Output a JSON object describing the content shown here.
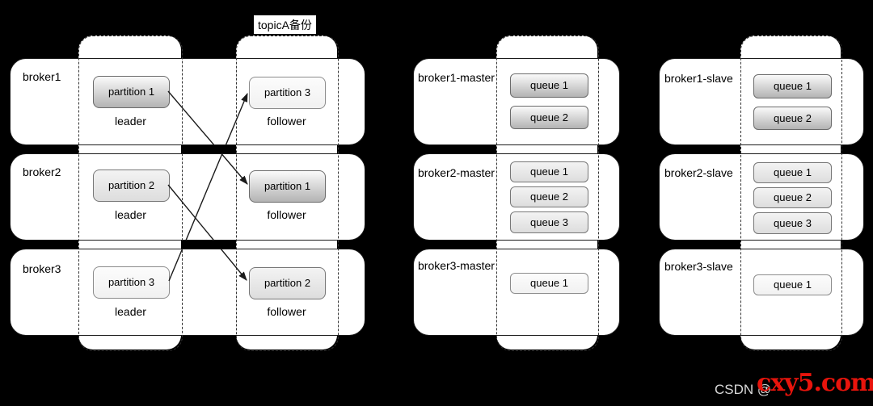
{
  "topic_label": "topicA备份",
  "kafka_section": {
    "brokers": [
      {
        "name": "broker1",
        "leader_partition": "partition 1",
        "leader_caption": "leader",
        "follower_partition": "partition 3",
        "follower_caption": "follower"
      },
      {
        "name": "broker2",
        "leader_partition": "partition 2",
        "leader_caption": "leader",
        "follower_partition": "partition 1",
        "follower_caption": "follower"
      },
      {
        "name": "broker3",
        "leader_partition": "partition 3",
        "leader_caption": "leader",
        "follower_partition": "partition 2",
        "follower_caption": "follower"
      }
    ],
    "replication_arrows": [
      {
        "partition": "partition 1",
        "from_broker": "broker1",
        "to_broker": "broker2"
      },
      {
        "partition": "partition 2",
        "from_broker": "broker2",
        "to_broker": "broker3"
      },
      {
        "partition": "partition 3",
        "from_broker": "broker3",
        "to_broker": "broker1"
      }
    ]
  },
  "masters": [
    {
      "name": "broker1-master",
      "queues": [
        "queue 1",
        "queue 2"
      ]
    },
    {
      "name": "broker2-master",
      "queues": [
        "queue 1",
        "queue 2",
        "queue 3"
      ]
    },
    {
      "name": "broker3-master",
      "queues": [
        "queue 1"
      ]
    }
  ],
  "slaves": [
    {
      "name": "broker1-slave",
      "queues": [
        "queue 1",
        "queue 2"
      ]
    },
    {
      "name": "broker2-slave",
      "queues": [
        "queue 1",
        "queue 2",
        "queue 3"
      ]
    },
    {
      "name": "broker3-slave",
      "queues": [
        "queue 1"
      ]
    }
  ],
  "watermark": {
    "text": "CSDN @",
    "overlay": "cxy5.com"
  },
  "colors": {
    "background": "#000000",
    "node_fill": "#ffffff",
    "node_border": "#1a1a1a",
    "column_border": "#333333",
    "box_dark_top": "#fafafa",
    "box_dark_bottom": "#b3b3b3",
    "box_medium_top": "#f3f3f3",
    "box_medium_bottom": "#dddddd",
    "box_light_top": "#fcfcfc",
    "box_light_bottom": "#f1f1f1",
    "watermark_gray": "#d9d9d9",
    "watermark_red": "#e8140c"
  }
}
